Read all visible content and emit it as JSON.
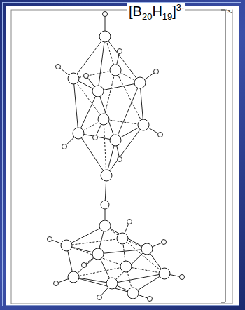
{
  "diagram": {
    "labels": [
      "[B",
      "20",
      "H",
      "19",
      "]",
      "3-",
      "3-"
    ]
  }
}
